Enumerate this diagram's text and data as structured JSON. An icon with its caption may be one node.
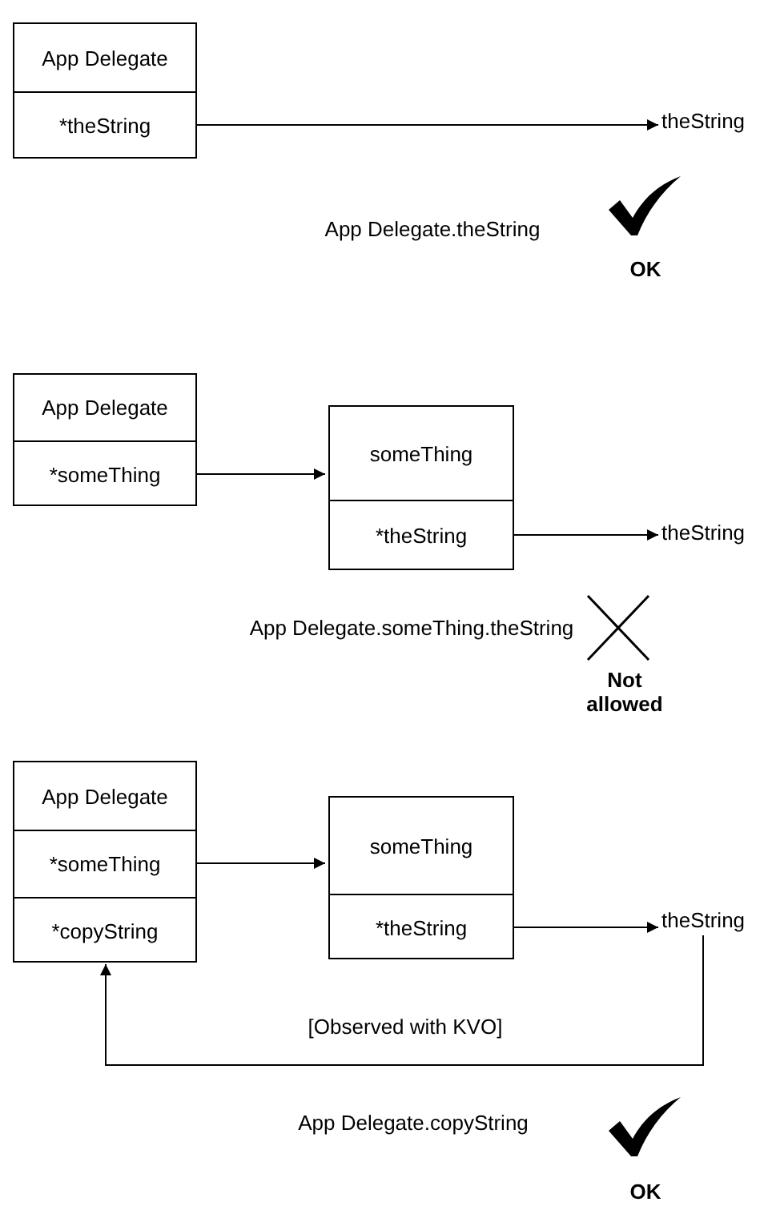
{
  "diagram": {
    "nodes": [
      {
        "text": [
          "App Delegate"
        ]
      },
      {
        "text": [
          "*theString"
        ],
        "in": 0
      },
      {
        "text": [
          "theString"
        ]
      },
      {
        "text": [
          "App Delegate"
        ]
      },
      {
        "text": [
          "*someThing"
        ],
        "in": 3
      },
      {
        "text": [
          "someThing"
        ]
      },
      {
        "text": [
          "*theString"
        ],
        "in": 5
      },
      {
        "text": [
          "theString"
        ]
      },
      {
        "text": [
          "App Delegate"
        ]
      },
      {
        "text": [
          "*someThing"
        ],
        "in": 8
      },
      {
        "text": [
          "*copyString"
        ],
        "in": 8
      },
      {
        "text": [
          "someThing"
        ]
      },
      {
        "text": [
          "*theString"
        ],
        "in": 11
      },
      {
        "text": [
          "theString"
        ]
      }
    ],
    "edges": [
      {
        "from": 1,
        "to": 2,
        "arrow": "to"
      },
      {
        "from": 4,
        "to": 5,
        "arrow": "to"
      },
      {
        "from": 6,
        "to": 7,
        "arrow": "to"
      },
      {
        "from": 9,
        "to": 11,
        "arrow": "to"
      },
      {
        "from": 12,
        "to": 13,
        "arrow": "to"
      },
      {
        "from": 13,
        "to": 10,
        "arrow": "to",
        "label": "[Observed with KVO]"
      }
    ],
    "labels": [
      "App Delegate.theString",
      "OK",
      "App Delegate.someThing.theString",
      "Not allowed",
      "App Delegate.copyString",
      "OK"
    ]
  }
}
